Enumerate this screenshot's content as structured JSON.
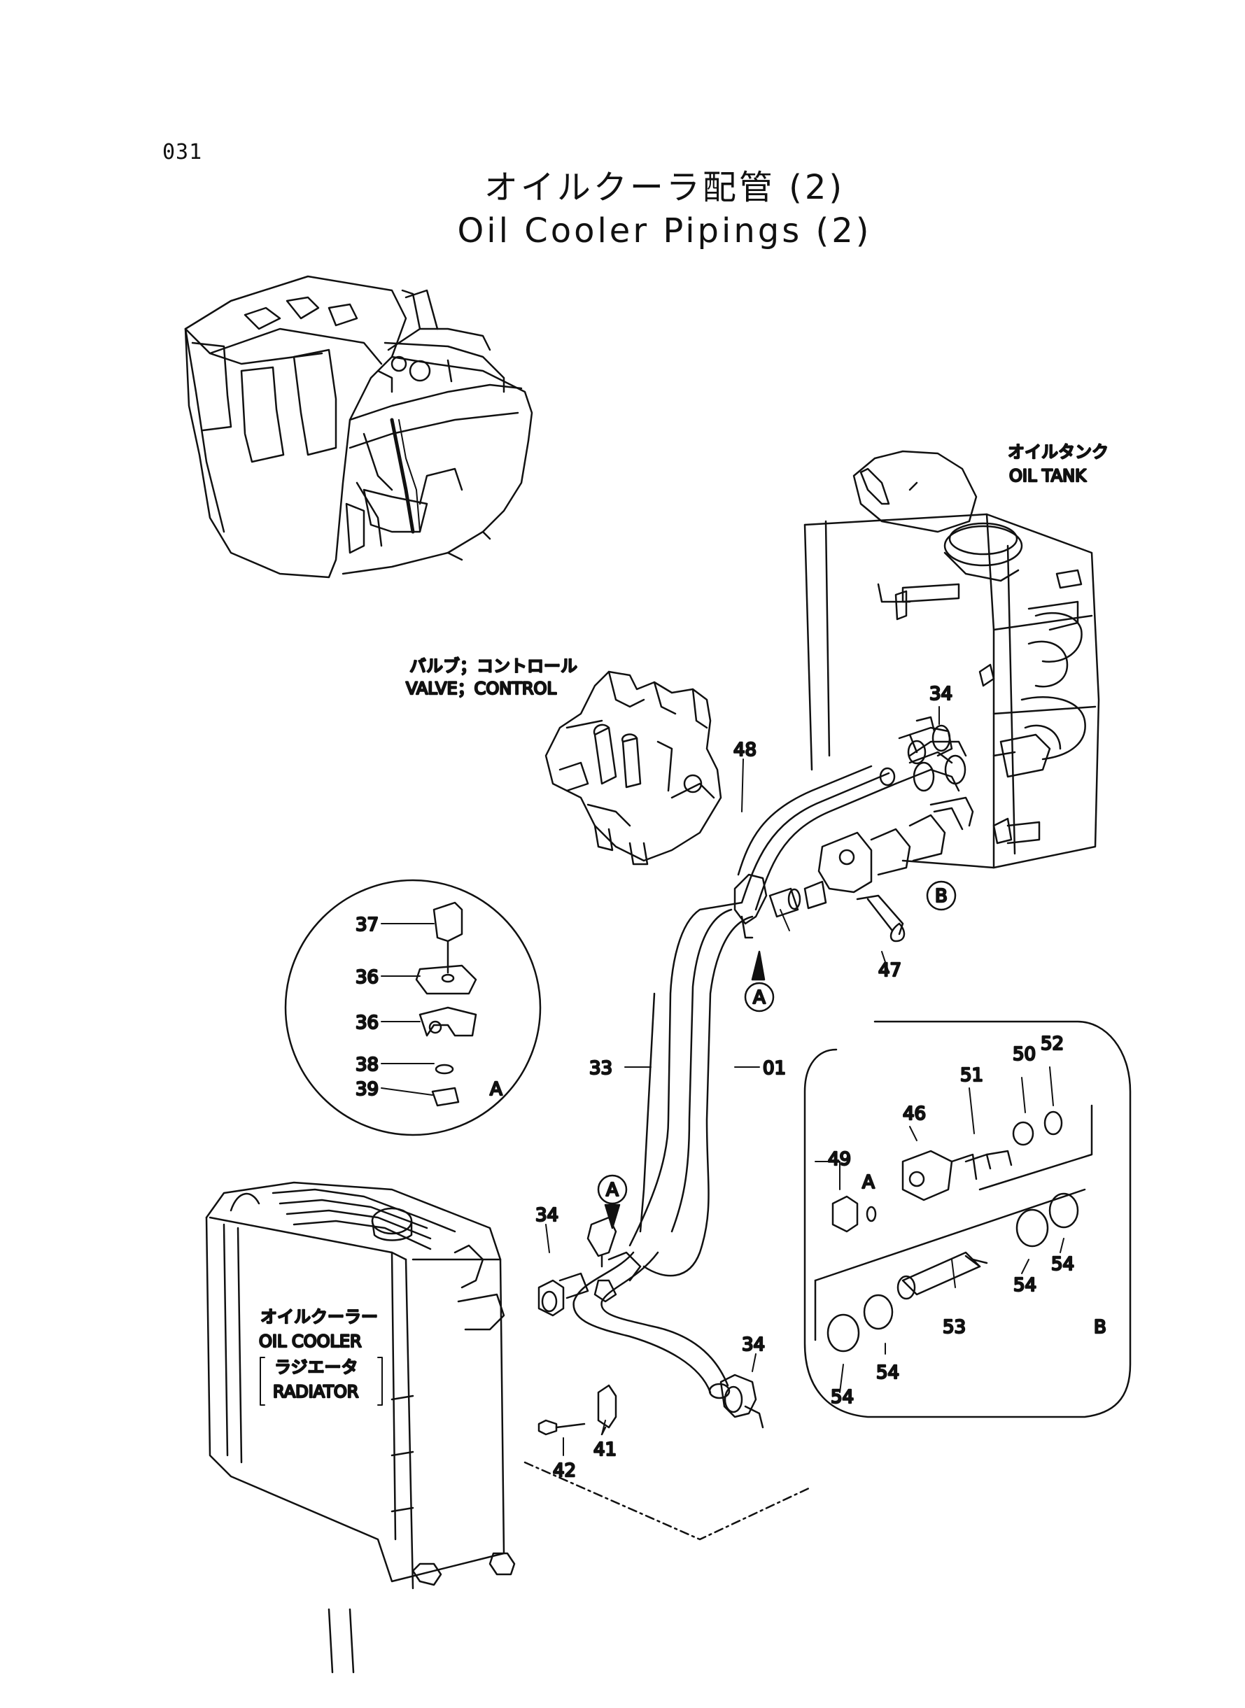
{
  "page_number": "031",
  "title": {
    "japanese": "オイルクーラ配管 (2)",
    "english": "Oil Cooler Pipings (2)"
  },
  "components": {
    "oil_tank": {
      "jp": "オイルタンク",
      "en": "OIL TANK"
    },
    "control_valve": {
      "jp": "バルブ；コントロール",
      "en": "VALVE；CONTROL"
    },
    "oil_cooler": {
      "jp": "オイルクーラー",
      "en": "OIL COOLER"
    },
    "radiator": {
      "jp": "ラジエータ",
      "en": "RADIATOR"
    }
  },
  "callouts": {
    "p01": "01",
    "p33": "33",
    "p34": "34",
    "p36": "36",
    "p37": "37",
    "p38": "38",
    "p39": "39",
    "p41": "41",
    "p42": "42",
    "p46": "46",
    "p47": "47",
    "p48": "48",
    "p49": "49",
    "p50": "50",
    "p51": "51",
    "p52": "52",
    "p53": "53",
    "p54": "54"
  },
  "detail_refs": {
    "a": "A",
    "b": "B"
  }
}
